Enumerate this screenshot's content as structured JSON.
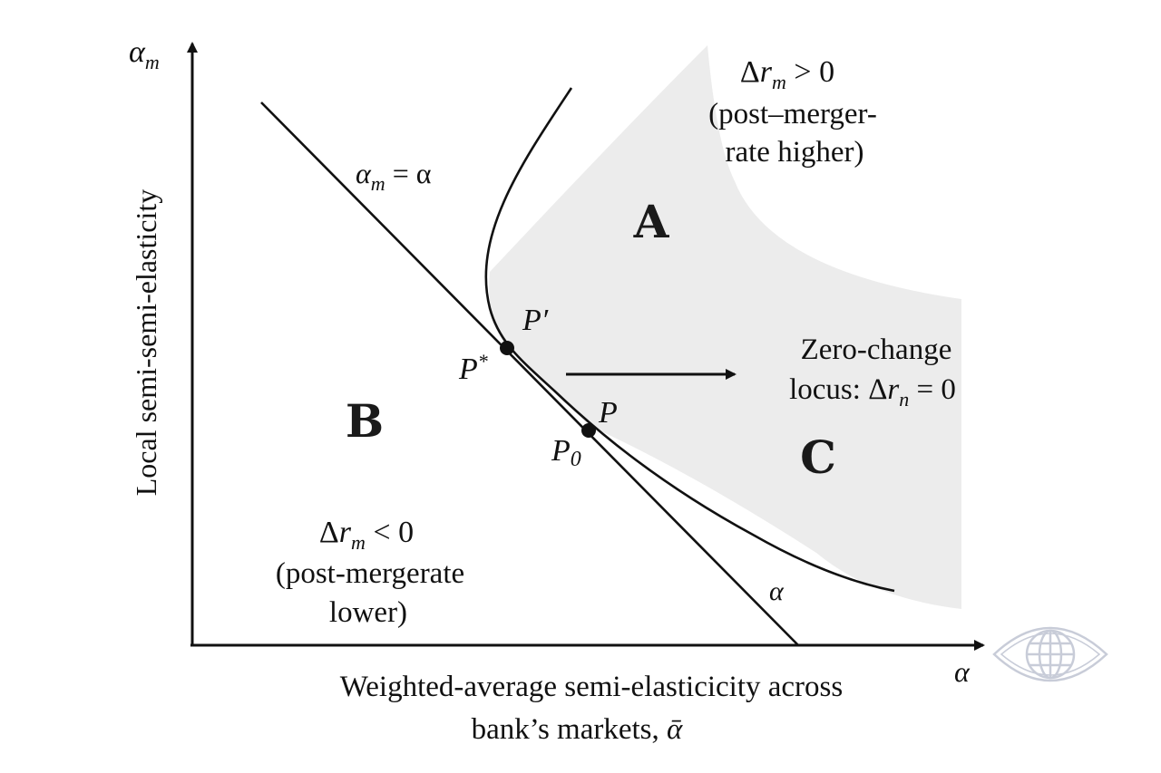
{
  "axes": {
    "y_symbol": "α",
    "y_symbol_sub": "m",
    "x_symbol": "α",
    "y_label": "Local semi-semi-elasticity",
    "x_label_line1": "Weighted-average semi-elasticicity across",
    "x_label_line2": "bank’s markets, ",
    "x_label_symbol": "ᾱ"
  },
  "lines": {
    "diagonal_label_lhs": "α",
    "diagonal_label_sub": "m",
    "diagonal_label_rhs": " = α",
    "diagonal_end_label": "α"
  },
  "regions": {
    "a": "A",
    "b": "B",
    "c": "C"
  },
  "upper_note": {
    "delta": "Δ",
    "r": "r",
    "sub": "m",
    "rel": " > 0",
    "line2": "(post–merger-",
    "line3": "rate higher)"
  },
  "lower_note": {
    "delta": "Δ",
    "r": "r",
    "sub": "m",
    "rel": " < 0",
    "line2": "(post-mergerate",
    "line3": "lower)"
  },
  "zero_locus": {
    "line1": "Zero-change",
    "line2_prefix": "locus: ",
    "delta": "Δ",
    "r": "r",
    "sub": "n",
    "rel": " = 0"
  },
  "points": {
    "p_prime": "P′",
    "p_star_base": "P",
    "p_star_sup": "*",
    "p": "P",
    "p0_base": "P",
    "p0_sub": "0"
  },
  "colors": {
    "shade": "#ececec",
    "ink": "#111111",
    "logo": "#c8ccd8"
  },
  "icons": {
    "watermark": "eye-globe-icon"
  }
}
